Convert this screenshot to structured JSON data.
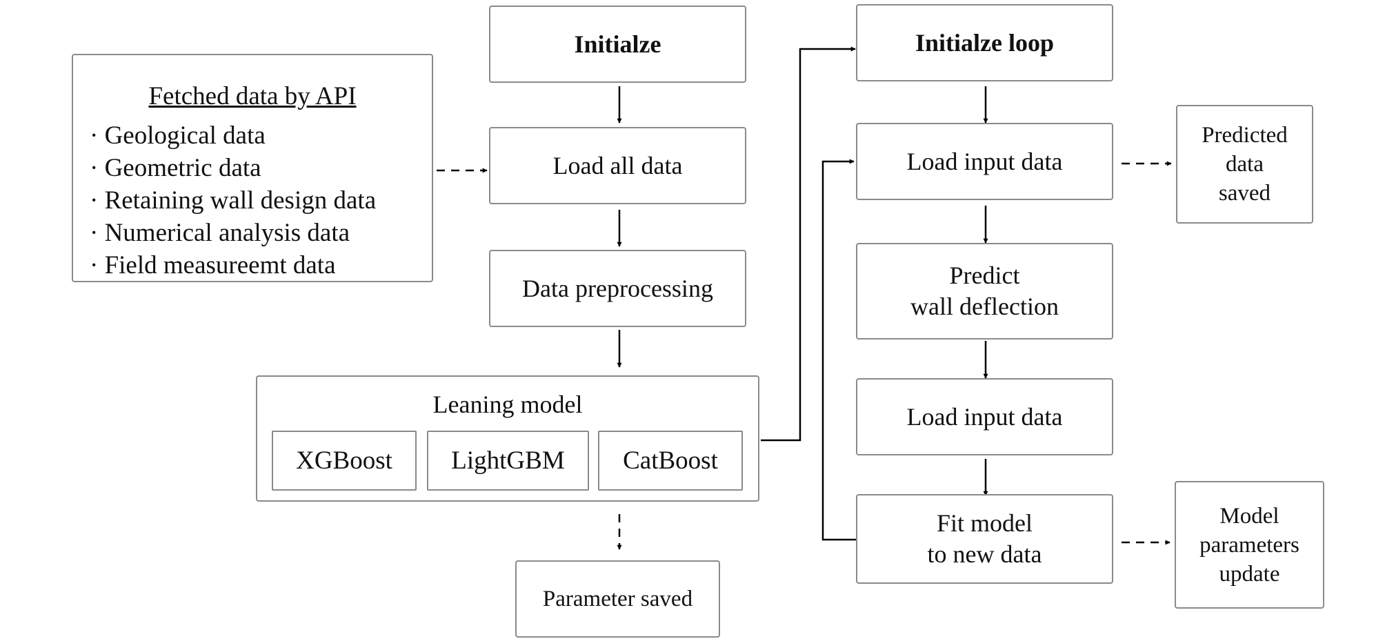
{
  "source": {
    "title": "Fetched data by API",
    "items": [
      "· Geological data",
      "· Geometric data",
      "· Retaining wall design data",
      "· Numerical analysis data",
      "· Field measureemt data"
    ]
  },
  "left_flow": {
    "initialize": "Initialze",
    "load_all": "Load all data",
    "preprocessing": "Data preprocessing",
    "learning_model": {
      "title": "Leaning model",
      "models": [
        "XGBoost",
        "LightGBM",
        "CatBoost"
      ]
    },
    "parameter_saved": "Parameter saved"
  },
  "right_flow": {
    "initialize_loop": "Initialze loop",
    "load_input_1": "Load input data",
    "predict": [
      "Predict",
      "wall deflection"
    ],
    "load_input_2": "Load input data",
    "fit_model": [
      "Fit model",
      "to new data"
    ]
  },
  "outputs": {
    "predicted_saved": [
      "Predicted",
      "data",
      "saved"
    ],
    "model_update": [
      "Model",
      "parameters",
      "update"
    ]
  }
}
